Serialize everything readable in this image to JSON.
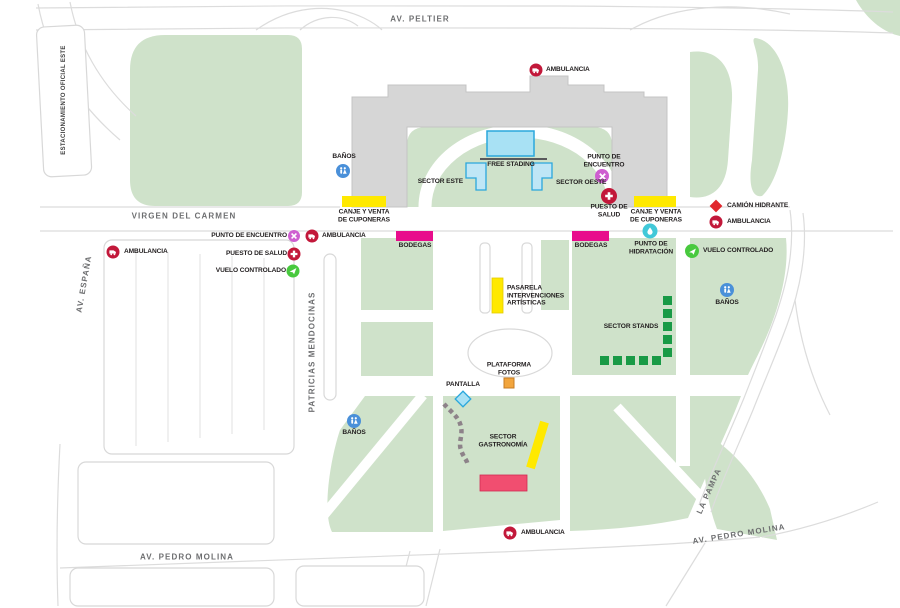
{
  "streets": {
    "av_peltier": "AV. PELTIER",
    "estacionamiento_oficial_este": "ESTACIONAMIENTO OFICIAL ESTE",
    "virgen_del_carmen": "VIRGEN DEL CARMEN",
    "av_espana": "AV. ESPAÑA",
    "patricias_mendocinas": "PATRICIAS MENDOCINAS",
    "la_pampa": "LA PAMPA",
    "av_pedro_molina": "AV. PEDRO MOLINA"
  },
  "pois": {
    "ambulancia": "AMBULANCIA",
    "banos": "BAÑOS",
    "free_stading": "FREE STADING",
    "sector_este": "SECTOR ESTE",
    "sector_oeste": "SECTOR OESTE",
    "punto_de_encuentro": "PUNTO DE ENCUENTRO",
    "puesto_de_salud": "PUESTO DE SALUD",
    "canje_cuponeras": "CANJE Y VENTA DE CUPONERAS",
    "camion_hidrante": "CAMIÓN HIDRANTE",
    "vuelo_controlado": "VUELO CONTROLADO",
    "bodegas": "BODEGAS",
    "punto_de_hidratacion": "PUNTO DE HIDRATACIÓN",
    "sector_stands": "SECTOR STANDS",
    "pasarela": "PASARELA INTERVENCIONES ARTÍSTICAS",
    "plataforma_fotos": "PLATAFORMA FOTOS",
    "pantalla": "PANTALLA",
    "sector_gastronomia": "SECTOR GASTRONOMÍA"
  },
  "icons": {
    "ambulancia": "red-circle-ambulance",
    "banos": "blue-circle-restroom-figures",
    "punto_de_encuentro": "magenta-circle-x",
    "puesto_de_salud": "red-circle-cross",
    "vuelo_controlado": "green-circle-drone-plane",
    "punto_de_hidratacion": "cyan-circle-droplet",
    "camion_hidrante": "red-diamond"
  },
  "colors": {
    "park_green": "#cfe2ca",
    "building_gray": "#d6d6d6",
    "road_outline": "#dcdcdc",
    "ambulance_red": "#c2183a",
    "health_red": "#c2183a",
    "meeting_magenta": "#ce5fd0",
    "flight_green": "#48c93e",
    "toilets_blue": "#4a90d9",
    "hydration_cyan": "#41c8d8",
    "hydrant_red": "#e1272d",
    "bodegas_magenta": "#e80d8c",
    "coupon_yellow": "#ffe900",
    "stage_cyan": "#a8e1f4",
    "stage_border": "#2aa7dc",
    "stands_green": "#199a46",
    "photo_orange": "#f2a53d",
    "gastronomy_pink": "#f14e70",
    "dashed_path_gray": "#8d8289"
  }
}
